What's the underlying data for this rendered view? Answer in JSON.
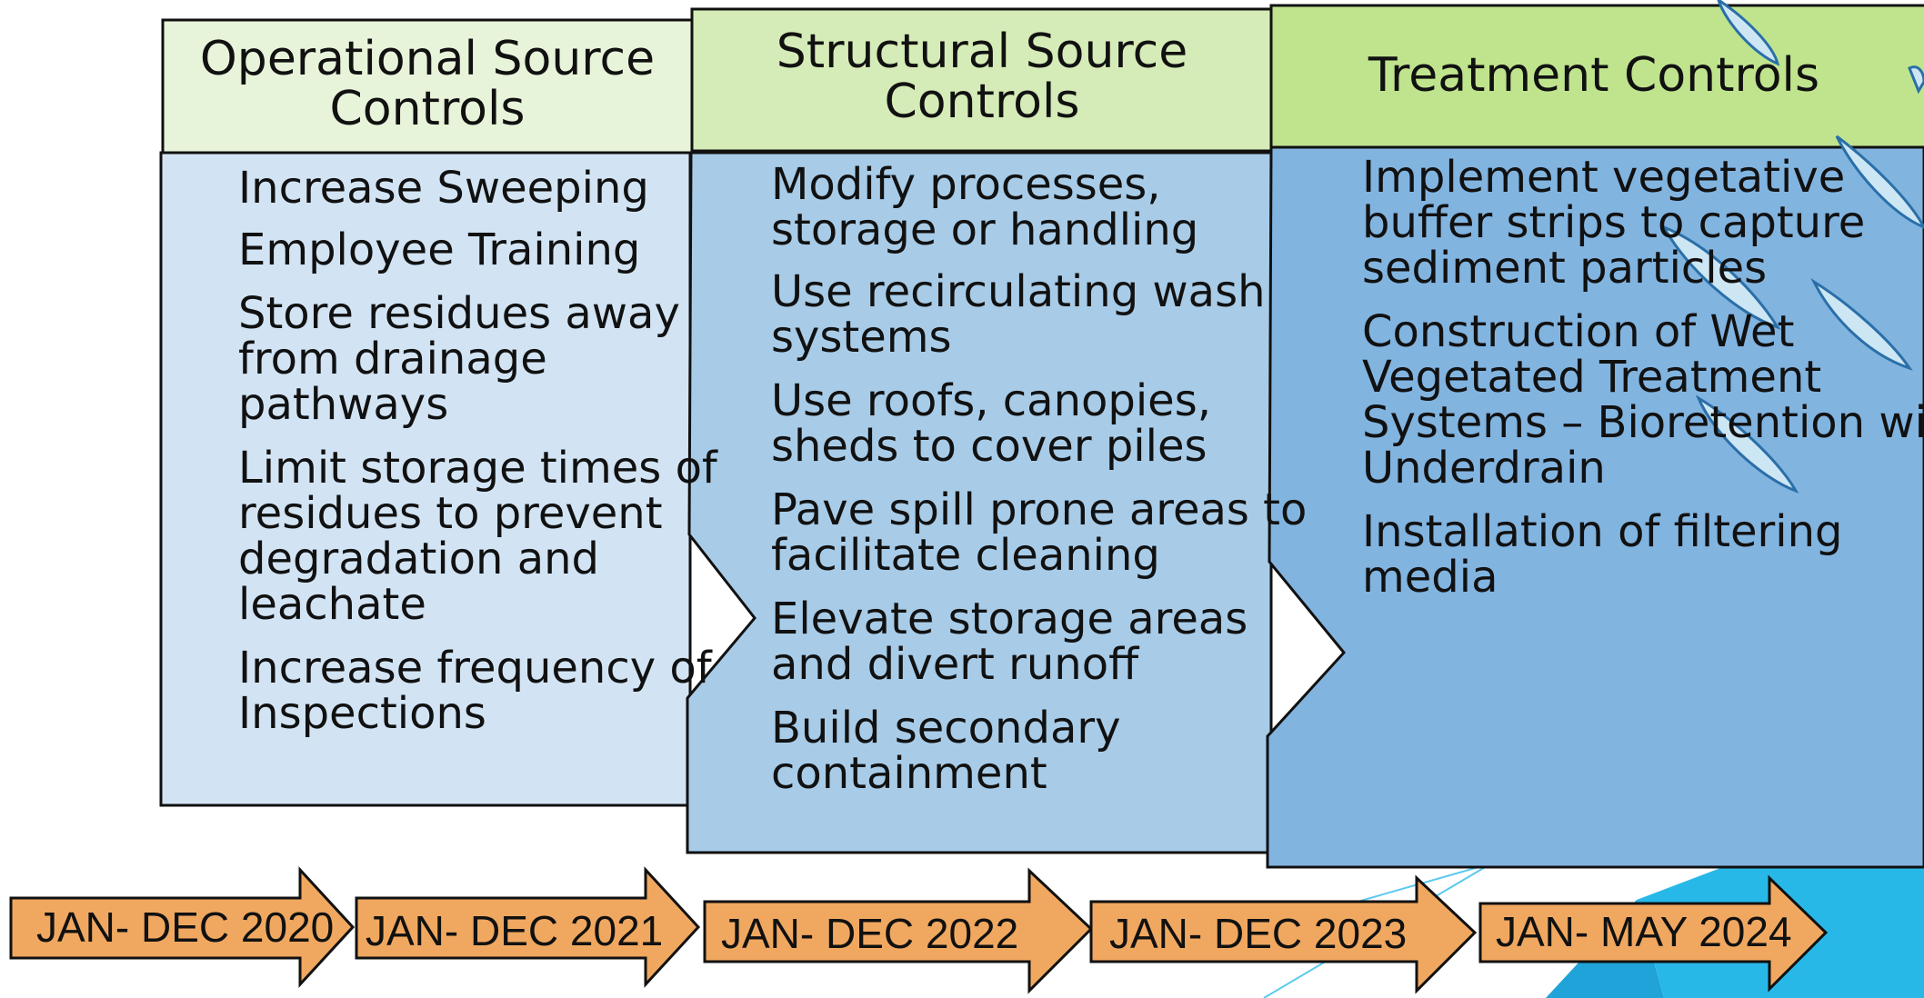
{
  "columns": [
    {
      "header": [
        "Operational Source",
        "Controls"
      ],
      "items": [
        [
          "Increase Sweeping"
        ],
        [
          "Employee Training"
        ],
        [
          "Store residues away",
          "from drainage",
          "pathways"
        ],
        [
          "Limit storage times of",
          "residues to prevent",
          "degradation and",
          "leachate"
        ],
        [
          "Increase frequency of",
          "Inspections"
        ]
      ]
    },
    {
      "header": [
        "Structural Source",
        "Controls"
      ],
      "items": [
        [
          "Modify processes,",
          "storage or handling"
        ],
        [
          "Use recirculating wash",
          "systems"
        ],
        [
          "Use roofs, canopies,",
          "sheds to cover piles"
        ],
        [
          "Pave spill prone areas to",
          "facilitate cleaning"
        ],
        [
          "Elevate storage areas",
          "and divert runoff"
        ],
        [
          "Build secondary",
          "containment"
        ]
      ]
    },
    {
      "header": [
        "Treatment Controls"
      ],
      "items": [
        [
          "Implement vegetative",
          "buffer strips to capture",
          "sediment particles"
        ],
        [
          "Construction of Wet",
          "Vegetated Treatment",
          "Systems – Bioretention with",
          "Underdrain"
        ],
        [
          "Installation of filtering",
          "media"
        ]
      ]
    }
  ],
  "timeline": [
    "JAN- DEC 2020",
    "JAN- DEC 2021",
    "JAN- DEC 2022",
    "JAN- DEC 2023",
    "JAN- MAY 2024"
  ],
  "colors": {
    "header_1": "#e8f4da",
    "header_2": "#d6ecb8",
    "header_3": "#c0e48e",
    "body_1": "#d2e4f4",
    "body_2": "#a8cce8",
    "body_3": "#82b4e0",
    "arrow": "#f0a860",
    "accent": "#28b8e8"
  },
  "icons": [
    "leaf-shape-icon",
    "background-triangle-decoration"
  ]
}
